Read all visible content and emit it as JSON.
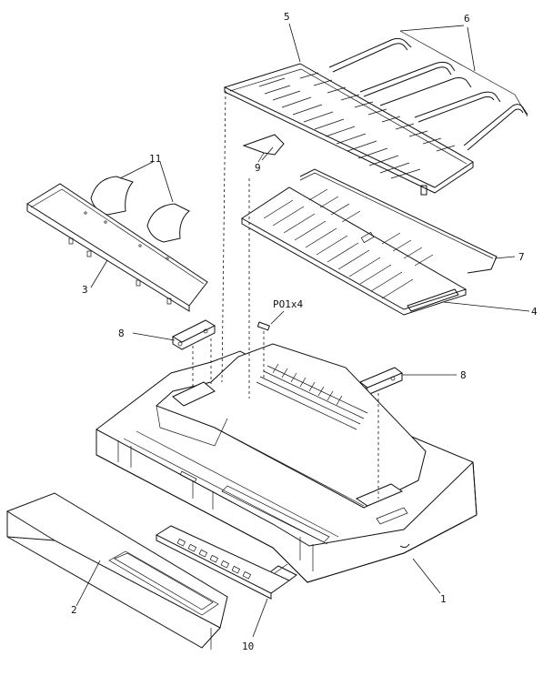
{
  "diagram": {
    "parts": [
      {
        "key": "base_cover",
        "label": "1"
      },
      {
        "key": "front_cover",
        "label": "2"
      },
      {
        "key": "tractor_cover",
        "label": "3"
      },
      {
        "key": "paper_separator",
        "label": "4"
      },
      {
        "key": "top_separator",
        "label": "5"
      },
      {
        "key": "wire_guides_upper",
        "label": "6"
      },
      {
        "key": "wire_guide_lower",
        "label": "7"
      },
      {
        "key": "hinge_left",
        "label": "8"
      },
      {
        "key": "hinge_right",
        "label": "8"
      },
      {
        "key": "clip",
        "label": "9"
      },
      {
        "key": "panel_board",
        "label": "10"
      },
      {
        "key": "flaps",
        "label": "11"
      },
      {
        "key": "screw",
        "label": "PO1x4"
      }
    ]
  }
}
